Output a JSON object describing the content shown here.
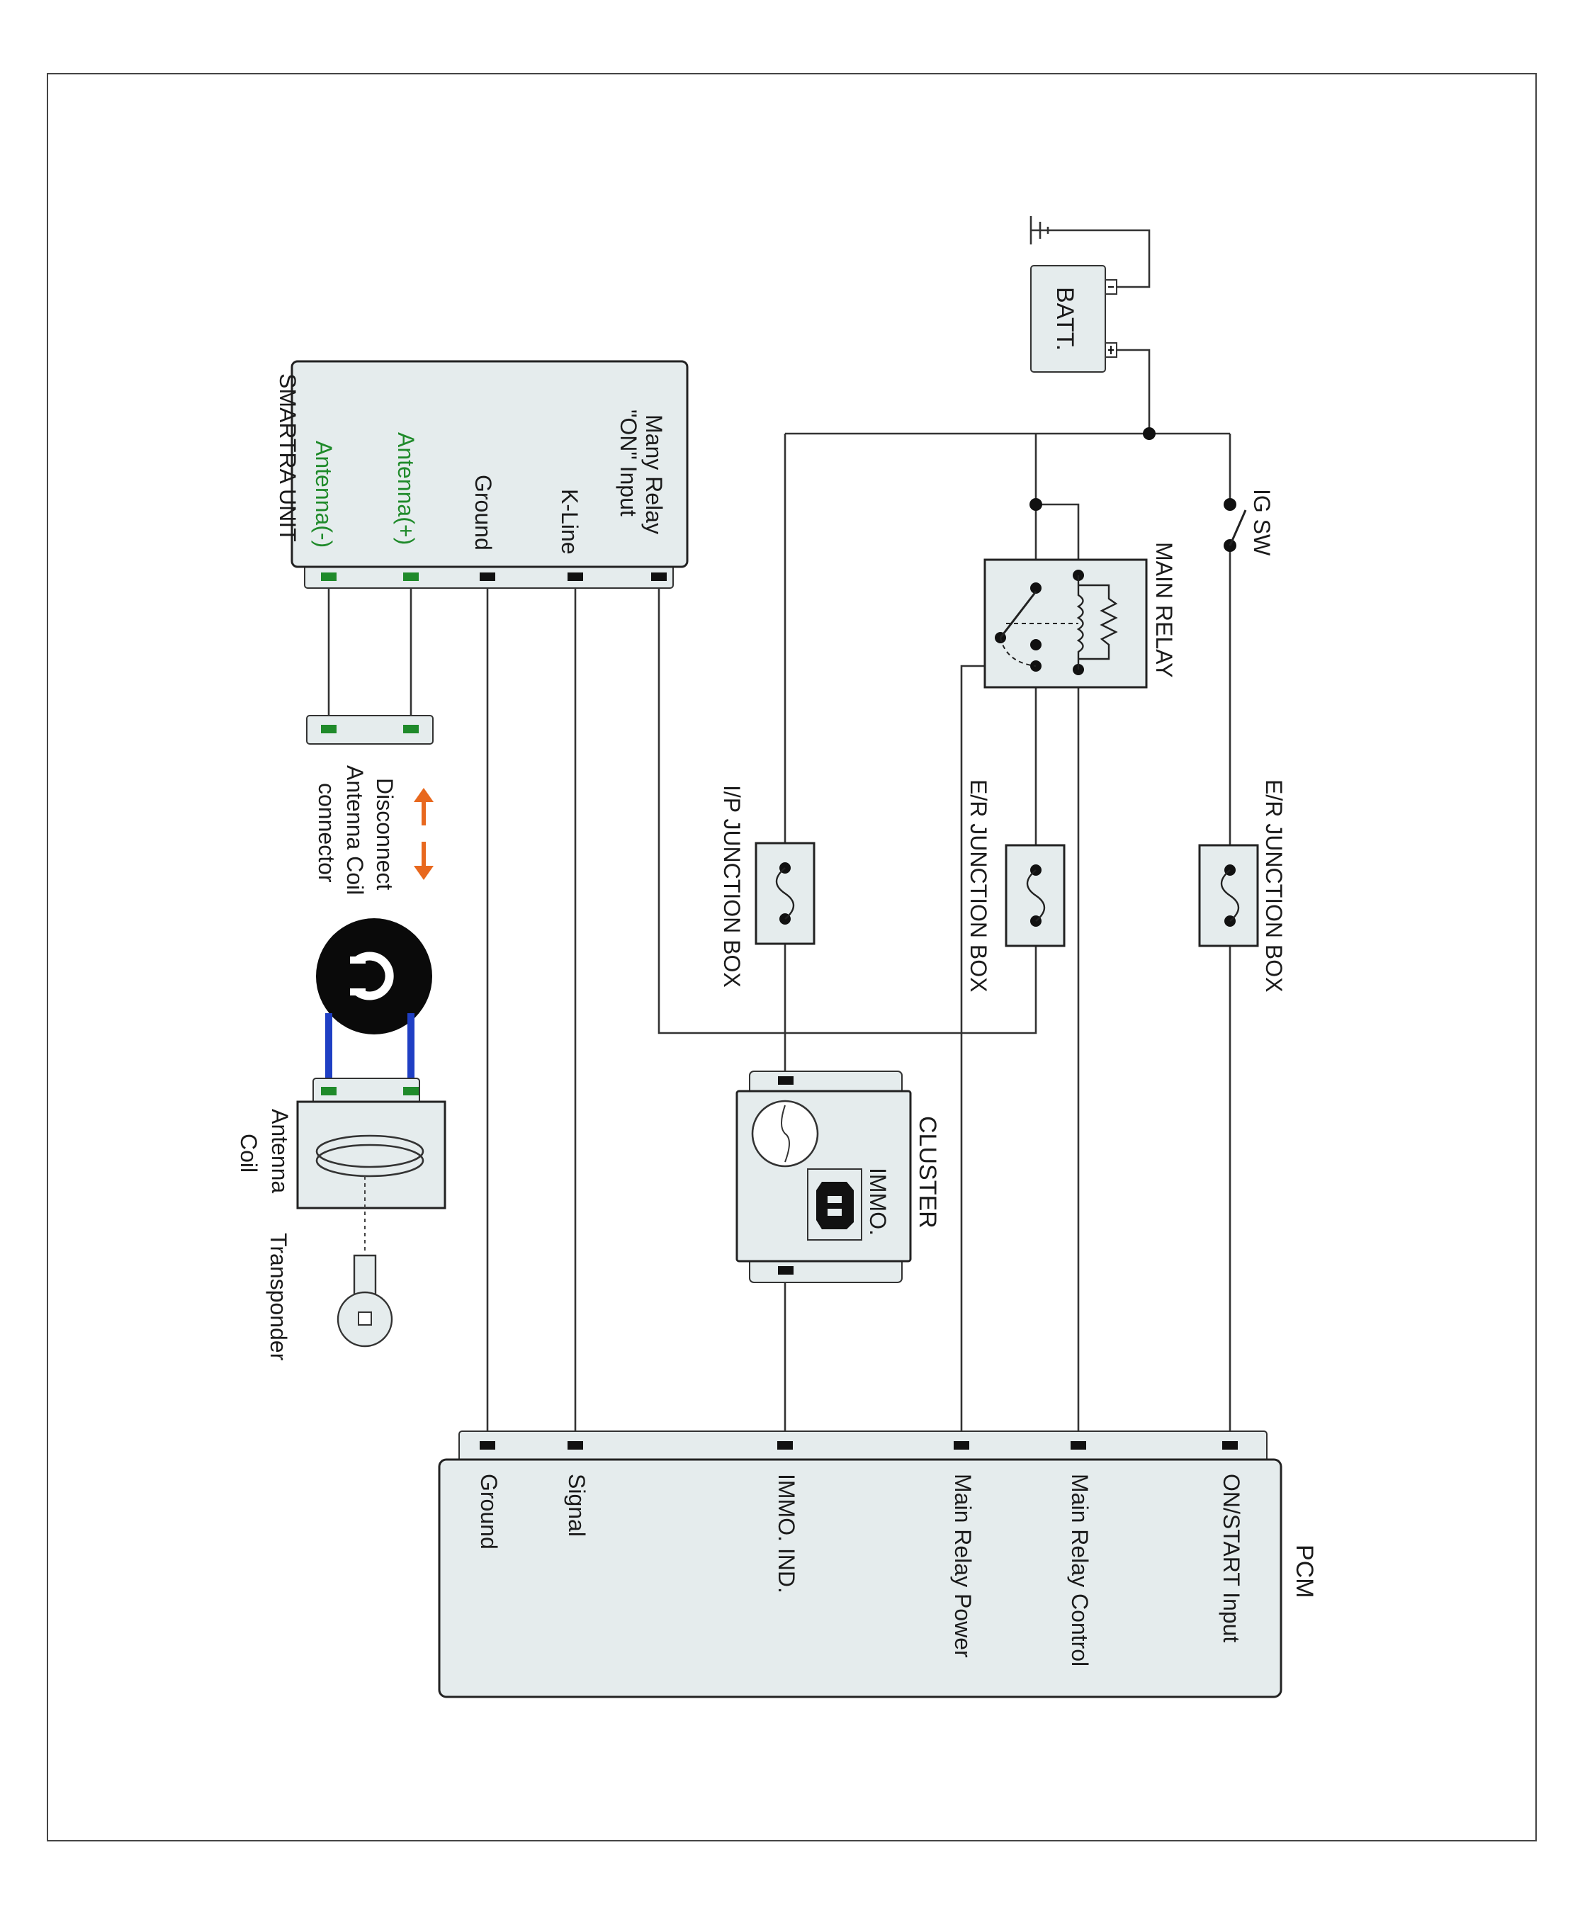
{
  "labels": {
    "batt": "BATT.",
    "ig_sw": "IG SW",
    "main_relay": "MAIN RELAY",
    "er_junction_box_1": "E/R JUNCTION BOX",
    "er_junction_box_2": "E/R JUNCTION BOX",
    "ip_junction_box": "I/P JUNCTION BOX",
    "cluster": "CLUSTER",
    "immo": "IMMO.",
    "smartra_unit": "SMARTRA UNIT",
    "disconnect_note": [
      "Disconnect",
      "Antenna Coil",
      "connector"
    ],
    "antenna_coil": [
      "Antenna",
      "Coil"
    ],
    "transponder": "Transponder",
    "pcm": "PCM"
  },
  "smartra_pins": {
    "relay_input": [
      "Many Relay",
      "\"ON\" Input"
    ],
    "k_line": "K-Line",
    "ground": "Ground",
    "antenna_plus": "Antenna(+)",
    "antenna_minus": "Antenna(-)"
  },
  "pcm_pins": {
    "on_start": "ON/START Input",
    "main_relay_control": "Main Relay Control",
    "main_relay_power": "Main Relay Power",
    "immo_ind": "IMMO. IND.",
    "signal": "Signal",
    "ground": "Ground"
  },
  "colors": {
    "box_fill": "#e5eced",
    "antenna_green": "#1f8a2a",
    "arrow_orange": "#e8681e",
    "coil_wire_blue": "#1f3fc4"
  },
  "icons": [
    "ground-symbol-icon",
    "fuse-icon",
    "relay-coil-icon",
    "lamp-icon",
    "immobilizer-car-icon",
    "antenna-coil-icon",
    "key-icon",
    "disconnect-arrow-icon",
    "magnet-icon"
  ]
}
